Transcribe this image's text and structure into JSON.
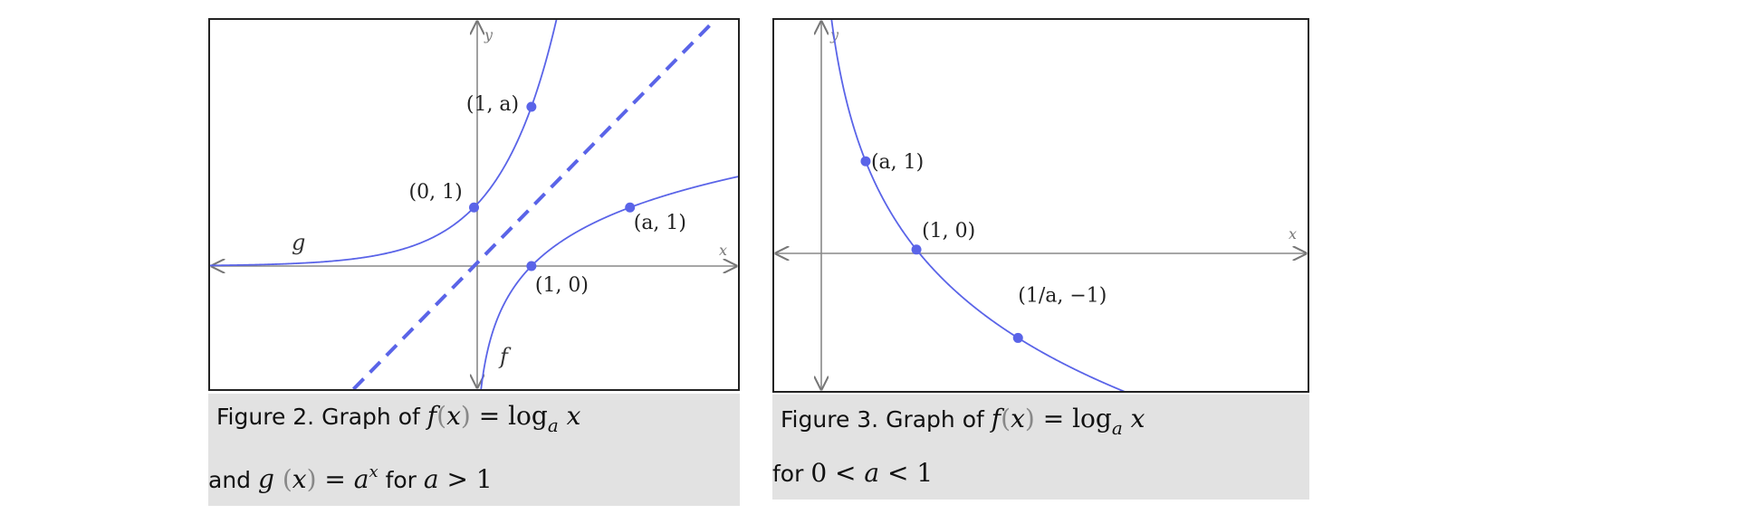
{
  "chart_data": [
    {
      "type": "line",
      "axes": {
        "x_label": "x",
        "y_label": "y",
        "xlim": [
          -4.6,
          4.6
        ],
        "ylim": [
          -2.1,
          4.2
        ],
        "grid": false
      },
      "series": [
        {
          "name": "f",
          "function": "log_a(x)",
          "a": 2.718,
          "color": "#5a64e8",
          "style": "solid"
        },
        {
          "name": "g",
          "function": "a^x",
          "a": 2.718,
          "color": "#5a64e8",
          "style": "solid"
        },
        {
          "function": "y = x",
          "color": "#5a64e8",
          "style": "dashed"
        }
      ],
      "points": [
        {
          "x": 1,
          "y": 2.718,
          "label": "(1, a)"
        },
        {
          "x": 0,
          "y": 1,
          "label": "(0, 1)"
        },
        {
          "x": 2.718,
          "y": 1,
          "label": "(a, 1)"
        },
        {
          "x": 1,
          "y": 0,
          "label": "(1, 0)"
        }
      ],
      "caption": {
        "line1_text": "Figure 2.  Graph of ",
        "line1_math": "f(x) = log_a x",
        "line2_text": "and ",
        "line2_math": "g(x) = a^x",
        "line2_text2": " for ",
        "line2_math2": "a > 1"
      }
    },
    {
      "type": "line",
      "axes": {
        "x_label": "x",
        "y_label": "y",
        "xlim": [
          -0.4,
          4.85
        ],
        "ylim": [
          -1.6,
          2.6
        ],
        "grid": false
      },
      "series": [
        {
          "name": "f",
          "function": "log_a(x)",
          "a": 0.5,
          "color": "#5a64e8",
          "style": "solid"
        }
      ],
      "points": [
        {
          "x": 0.5,
          "y": 1,
          "label": "(a, 1)"
        },
        {
          "x": 1,
          "y": 0,
          "label": "(1, 0)"
        },
        {
          "x": 2,
          "y": -1,
          "label": "(1/a, −1)"
        }
      ],
      "caption": {
        "line1_text": "Figure 3.  Graph of ",
        "line1_math": "f(x) = log_a x",
        "line2_text": "for ",
        "line2_math": "0 < a < 1"
      }
    }
  ]
}
